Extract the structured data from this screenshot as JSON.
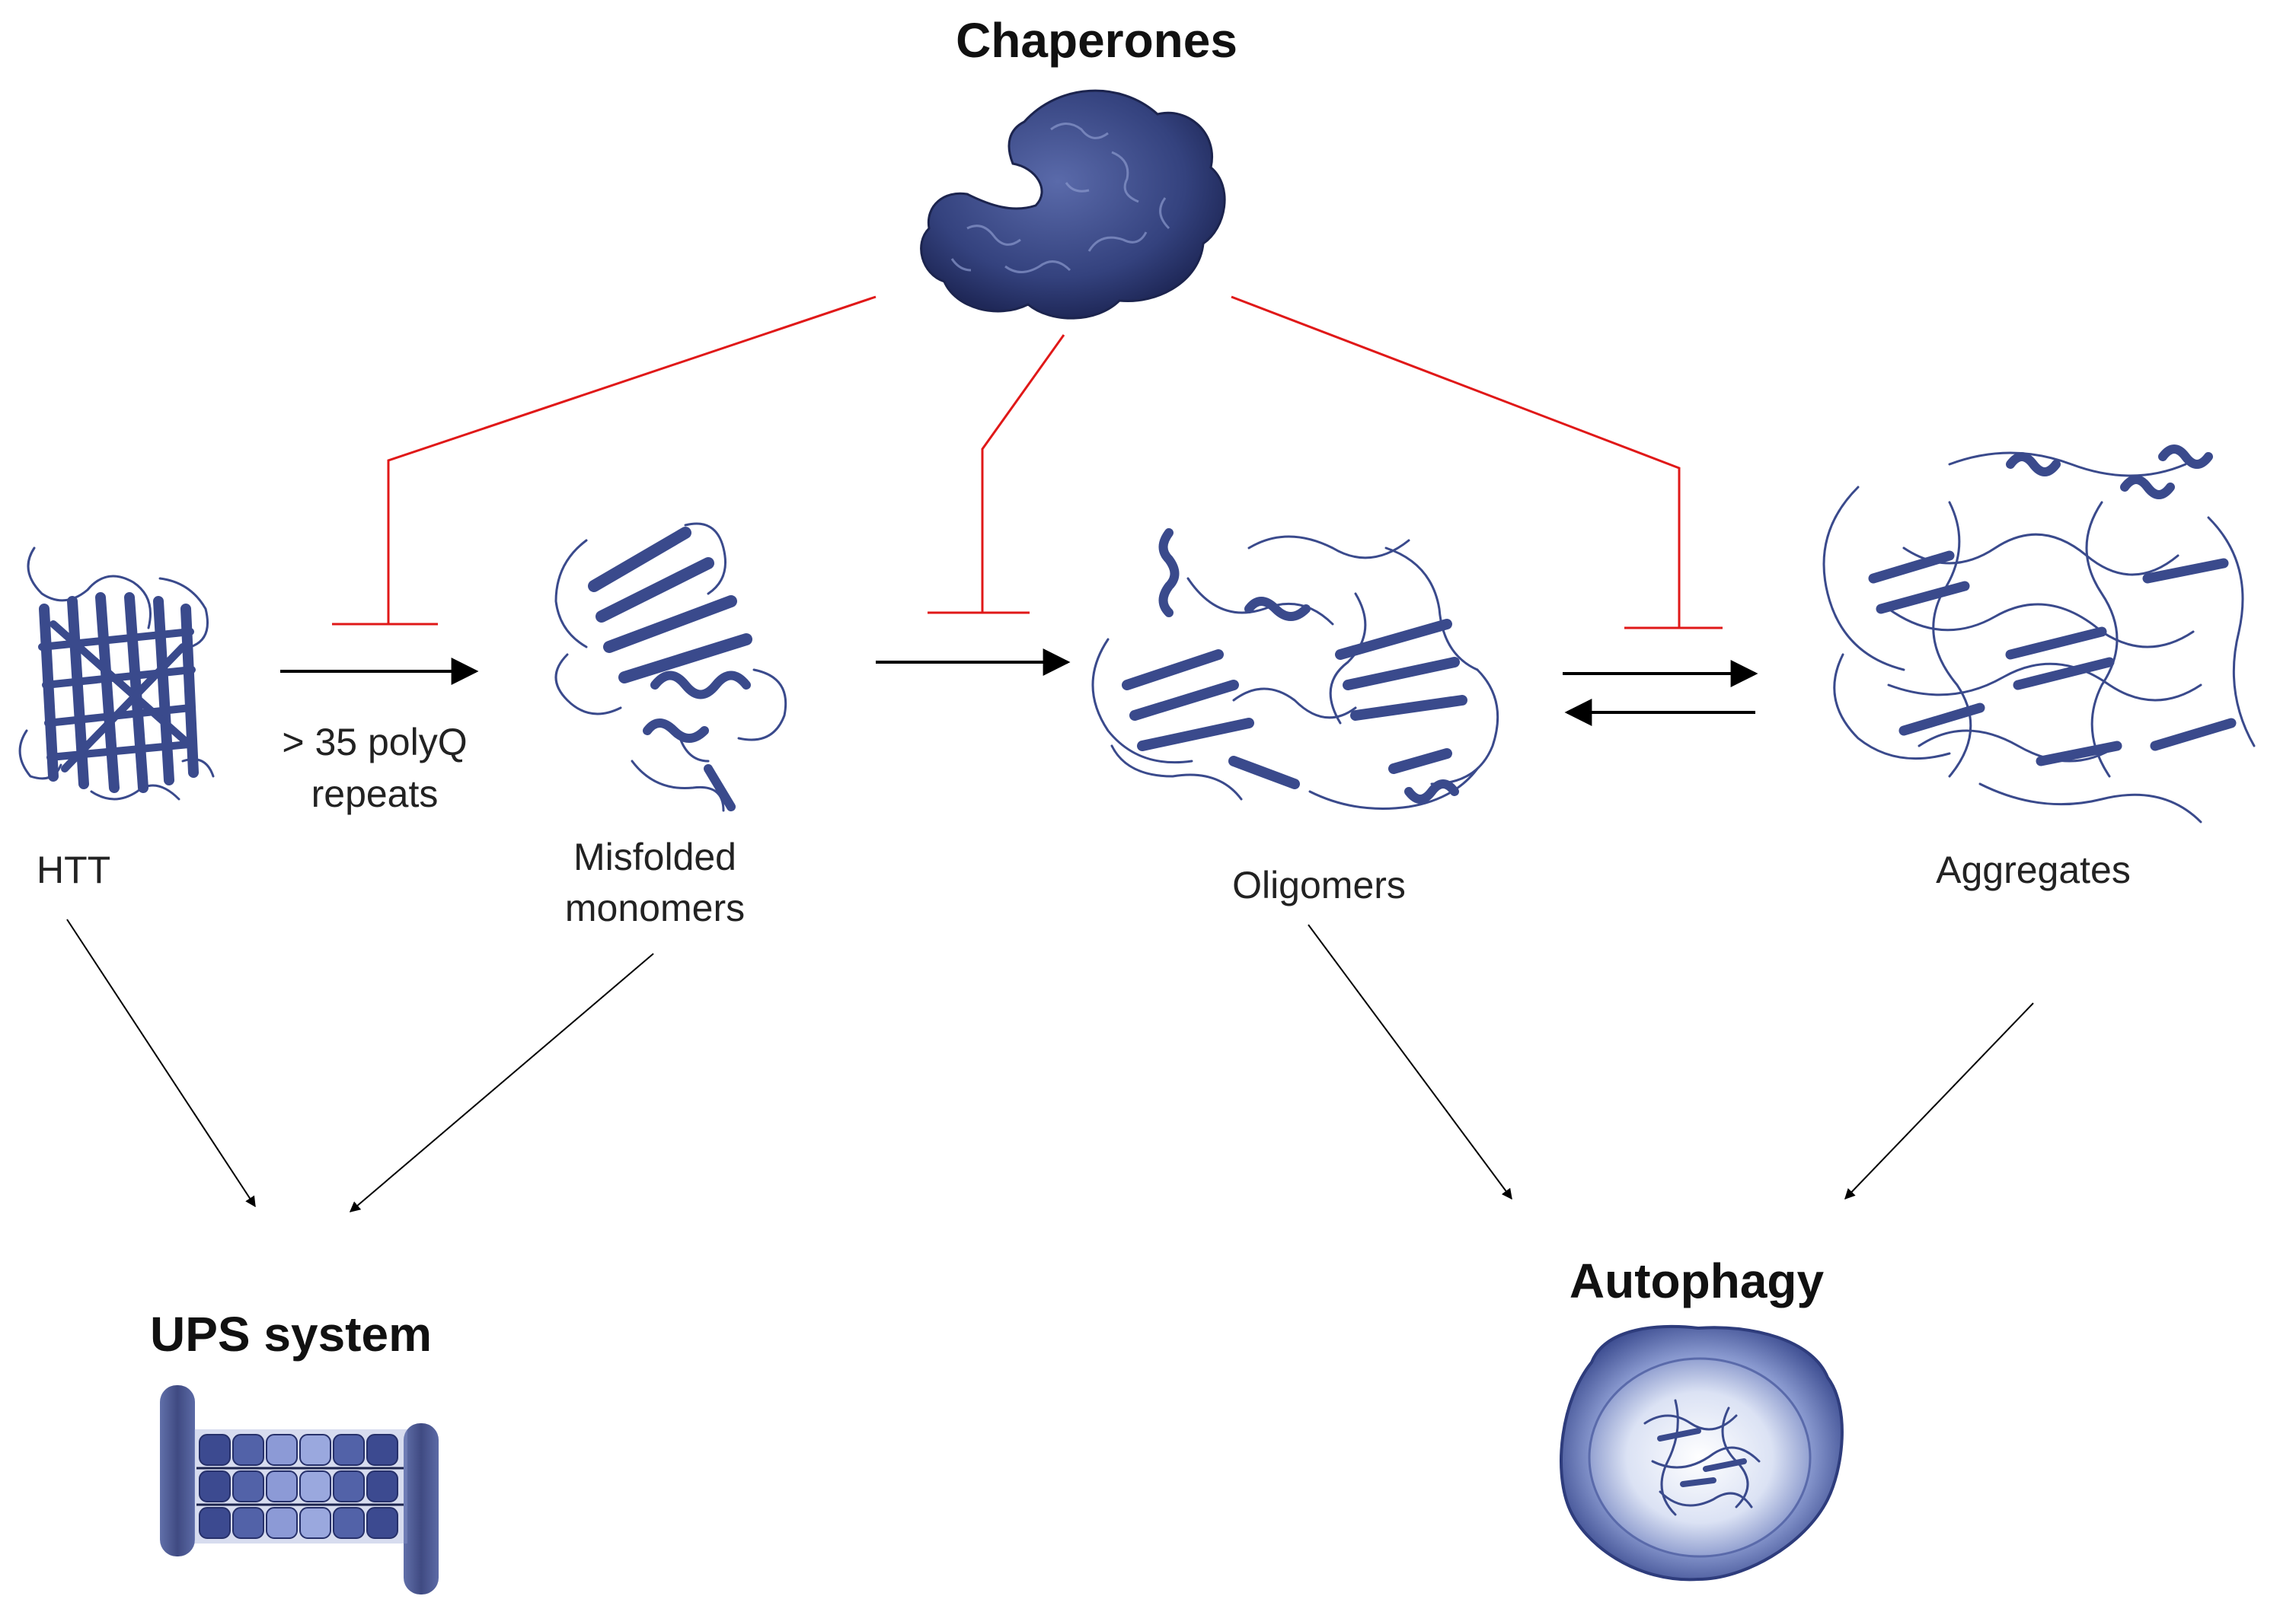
{
  "colors": {
    "protein": "#3a4a8c",
    "protein_dark": "#26306a",
    "inhibition": "#e01818",
    "arrow": "#000000",
    "label": "#222222"
  },
  "labels": {
    "chaperones": "Chaperones",
    "htt": "HTT",
    "polyq_line1": "> 35 polyQ",
    "polyq_line2": "repeats",
    "misfolded_line1": "Misfolded",
    "misfolded_line2": "monomers",
    "oligomers": "Oligomers",
    "aggregates": "Aggregates",
    "ups_system": "UPS system",
    "autophagy": "Autophagy"
  },
  "icons": {
    "chaperone": "chaperone-protein-surface-icon",
    "htt": "beta-barrel-protein-icon",
    "misfolded": "misfolded-monomer-icon",
    "oligomers": "oligomer-protein-icon",
    "aggregates": "aggregate-protein-icon",
    "ups": "proteasome-icon",
    "autophagy": "autophagosome-icon"
  }
}
